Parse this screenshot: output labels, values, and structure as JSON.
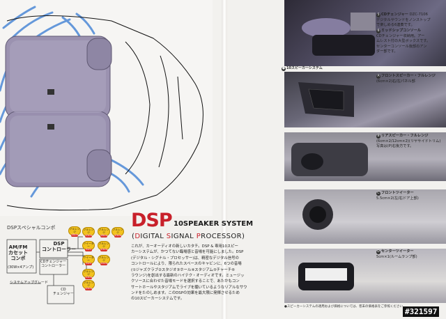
{
  "left": {
    "combo_title": "DSPスペシャルコンポ",
    "amfm": "AM/FM\nカセット\nコンポ",
    "amp": "(30W×4アンプ)",
    "dsp_controller": "DSP\nコントローラー",
    "cd_changer_ctrl": "CDチェンジャー\nコントローラー",
    "system_cable": "システムアップグレード",
    "cd_changer": "CD\nチェンジャー",
    "speakers": [
      {
        "label": "フルレンジ",
        "badge": "16cm"
      },
      {
        "label": "フルレンジ",
        "badge": "10cm"
      },
      {
        "label": "フルレンジ",
        "badge": "16cm"
      },
      {
        "label": "フルレンジ",
        "badge": "10cm"
      },
      {
        "label": "ツイーター",
        "badge": "5cm"
      },
      {
        "label": "フルレンジ",
        "badge": "10cm"
      },
      {
        "label": "ツイーター",
        "badge": "5cm"
      },
      {
        "label": "フルレンジ",
        "badge": "12cm"
      },
      {
        "label": "フルレンジ",
        "badge": "10cm"
      },
      {
        "label": "フルレンジ",
        "badge": "10cm"
      }
    ]
  },
  "headline": {
    "dsp": "DSP",
    "ten": "10SPEAKER SYSTEM",
    "sub_open": "(",
    "sub_d": "D",
    "sub_1": "IGITAL ",
    "sub_s": "S",
    "sub_2": "IGNAL ",
    "sub_p": "P",
    "sub_3": "ROCESSOR)"
  },
  "body_text": "これが、カーオーディオの新しいカタチ。DSP & 専用10スピー\nカーシステムが、かつてない臨場感と音場を可能にしました。DSP\n(デジタル・シグナル・プロセッサー)は、精密なデジタル信号の\nコントロールにより、限られたスペースのキャビンに、6つの音場\n(①ジャズクラブ②スタジオ③ホール④スタジアム⑤チャーチ⑥\nラウンジ)を創出する最新のハイテク・オーディオです。ミュージッ\nクソースに合わせた音場モードを選択することで、あたかもコン\nサートホールやスタジアムでライブを聴いているようなリアルなサウ\nンドをたのしめます。このDSPの効果を最大限に発揮させるため\nの10スピーカーシステムです。",
  "right": {
    "cd": {
      "num": "5",
      "head": "CDチェンジャー",
      "model": "DZC-7106",
      "text": "デジタルサウンドをノンストップ\nで楽しめる6連奏です。"
    },
    "midship": {
      "num": "6",
      "head": "ミッドシップコンソール",
      "text": "CDチェンジャー収納用。アー\nムレスト付の大型ボックスです。\nセンターコンソール後部のアン\nダー部です。"
    },
    "system_label": "10スピーカーシステム",
    "front": {
      "num": "A",
      "head": "フロントスピーカー・フルレンジ",
      "text": "(6cm×2)右/左パネル部"
    },
    "rear": {
      "num": "B",
      "head": "リアスピーカー・フルレンジ",
      "text": "(6cm×2/12cm×2)(リヤサイドトリム)\n写真は(P)右後方です。"
    },
    "tw_front": {
      "num": "C",
      "head": "フロントツイーター",
      "text": "5.5cm×2(左/右ドア上部)"
    },
    "tw_center": {
      "num": "D",
      "head": "センターツイーター",
      "text": "5cm×1(ルームランプ部)"
    },
    "footer": "●スピーカーシステムの適用および価格については、巻末の価格表をご参照ください。",
    "stamp": "#321597"
  }
}
